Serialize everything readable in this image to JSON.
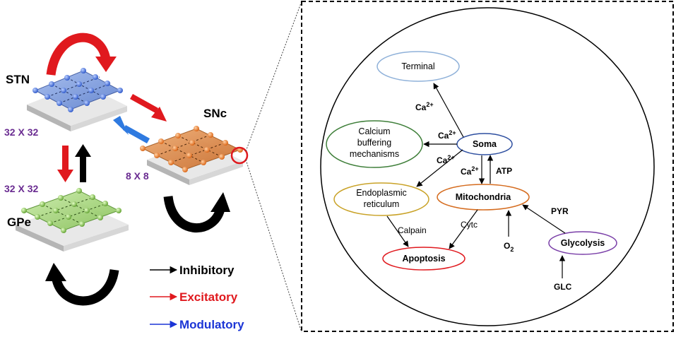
{
  "network": {
    "stn": {
      "label": "STN",
      "size": "32 X 32"
    },
    "gpe": {
      "label": "GPe",
      "size": "32 X 32"
    },
    "snc": {
      "label": "SNc",
      "size": "8 X 8"
    }
  },
  "legend": {
    "inhibitory": {
      "label": "Inhibitory",
      "color": "#000000"
    },
    "excitatory": {
      "label": "Excitatory",
      "color": "#e0191e"
    },
    "modulatory": {
      "label": "Modulatory",
      "color": "#1b35d6"
    }
  },
  "cell": {
    "nodes": {
      "terminal": "Terminal",
      "calcium_line1": "Calcium",
      "calcium_line2": "buffering",
      "calcium_line3": "mechanisms",
      "soma": "Soma",
      "er_line1": "Endoplasmic",
      "er_line2": "reticulum",
      "mitochondria": "Mitochondria",
      "apoptosis": "Apoptosis",
      "glycolysis": "Glycolysis"
    },
    "edges": {
      "ca_base": "Ca",
      "ca_sup": "2+",
      "atp": "ATP",
      "calpain": "Calpain",
      "cytc": "Cytc",
      "o2_base": "O",
      "o2_sub": "2",
      "pyr": "PYR",
      "glc": "GLC"
    }
  },
  "colors": {
    "stn": "#5b7fcf",
    "gpe": "#8dc85a",
    "snc": "#d9813c",
    "terminal_outline": "#8fb1d9",
    "calcium_outline": "#3f7f3a",
    "soma_outline": "#2e4fa0",
    "er_outline": "#c9a227",
    "mito_outline": "#d56c1f",
    "apoptosis_outline": "#e0191e",
    "glycolysis_outline": "#7a3fa8"
  }
}
